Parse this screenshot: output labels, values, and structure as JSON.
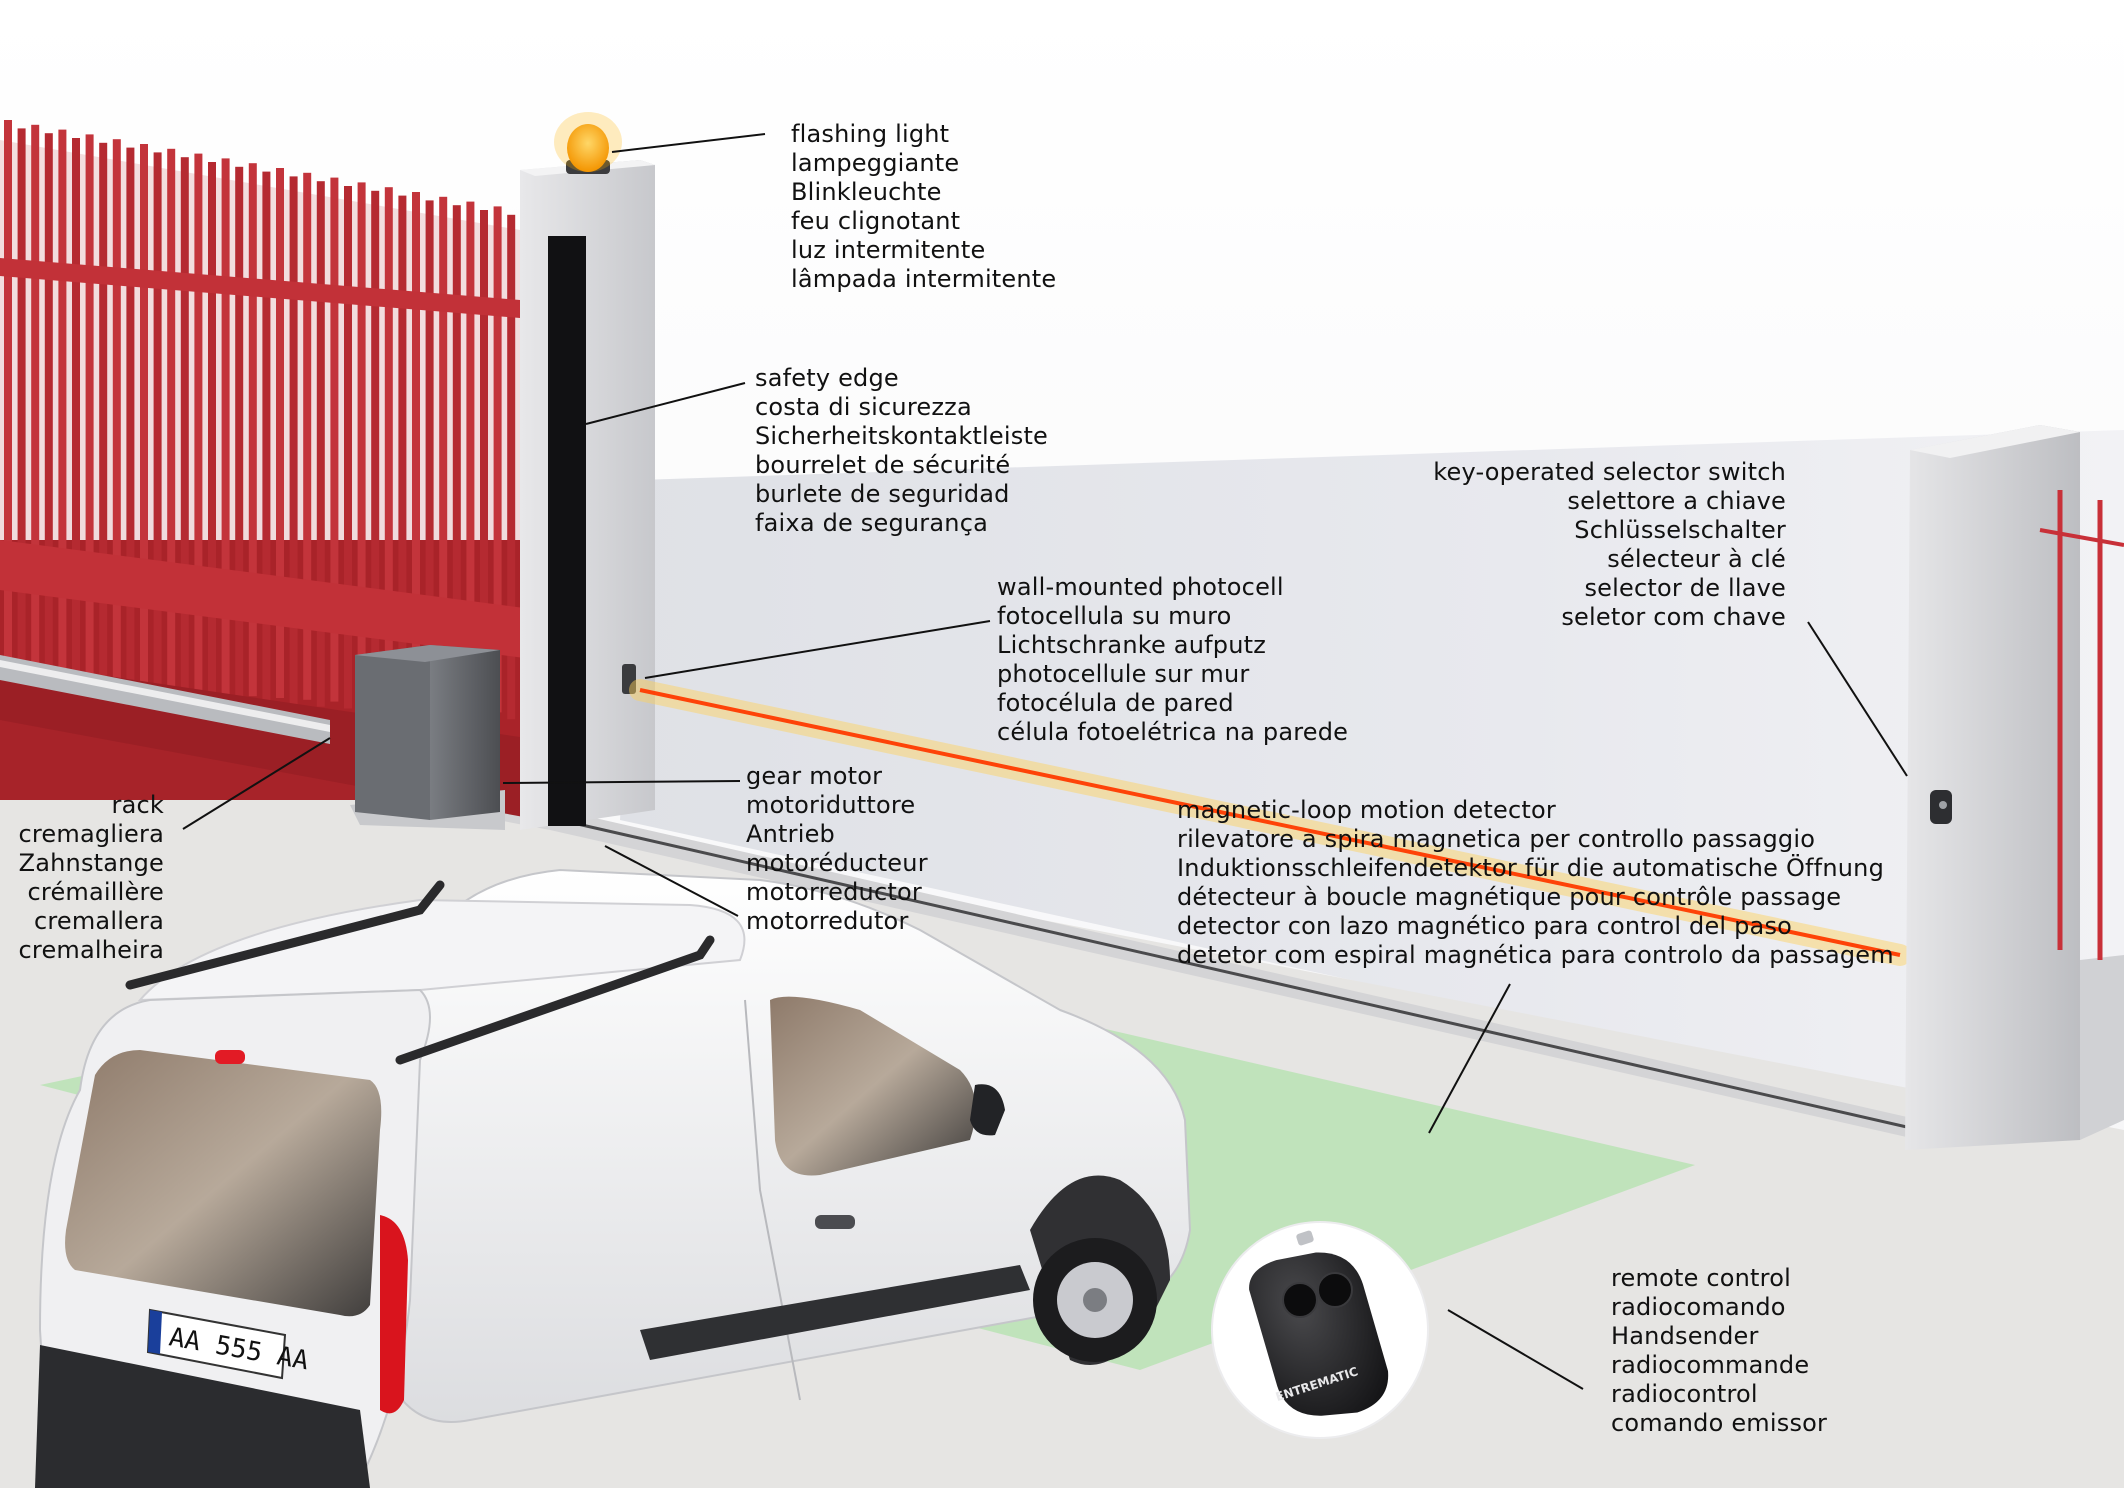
{
  "colors": {
    "gate": "#b52a31",
    "gate_dark": "#7e1b20",
    "laser": "#ff3b00",
    "laser_glow": "#ffd25a",
    "loop": "#b9e3b4",
    "beacon": "#ffad00"
  },
  "remote": {
    "brand": "ENTREMATIC"
  },
  "vehicle": {
    "plate": "AA 555 AA"
  },
  "labels": {
    "flashing_light": [
      "flashing light",
      "lampeggiante",
      "Blinkleuchte",
      "feu clignotant",
      "luz intermitente",
      "lâmpada intermitente"
    ],
    "safety_edge": [
      "safety edge",
      "costa di sicurezza",
      "Sicherheitskontaktleiste",
      "bourrelet de sécurité",
      "burlete de seguridad",
      "faixa de segurança"
    ],
    "photocell": [
      "wall-mounted photocell",
      "fotocellula su muro",
      "Lichtschranke aufputz",
      "photocellule sur mur",
      "fotocélula de pared",
      "célula fotoelétrica na parede"
    ],
    "key_selector": [
      "key-operated selector switch",
      "selettore a chiave",
      "Schlüsselschalter",
      "sélecteur à clé",
      "selector de llave",
      "seletor com chave"
    ],
    "gear_motor": [
      "gear motor",
      "motoriduttore",
      "Antrieb",
      "motoréducteur",
      "motorreductor",
      "motorredutor"
    ],
    "rack": [
      "rack",
      "cremagliera",
      "Zahnstange",
      "crémaillère",
      "cremallera",
      "cremalheira"
    ],
    "magnetic_loop": [
      "magnetic-loop motion detector",
      "rilevatore a spira magnetica per controllo passaggio",
      "Induktionsschleifendetektor für die automatische Öffnung",
      "détecteur à boucle magnétique pour contrôle passage",
      "detector con lazo magnético para control del paso",
      "detetor com espiral magnética para controlo da passagem"
    ],
    "remote_control": [
      "remote control",
      "radiocomando",
      "Handsender",
      "radiocommande",
      "radiocontrol",
      "comando emissor"
    ]
  }
}
